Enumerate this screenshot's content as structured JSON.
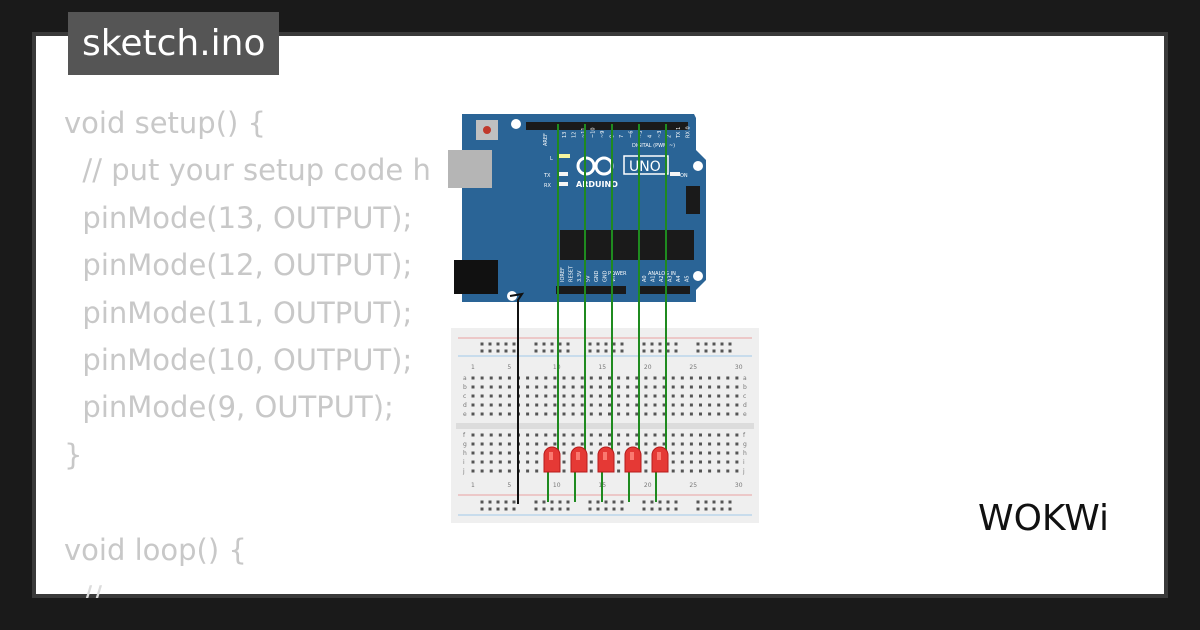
{
  "tab": {
    "filename": "sketch.ino"
  },
  "code": {
    "lines": [
      "void setup() {",
      "  // put your setup code h",
      "  pinMode(13, OUTPUT);",
      "  pinMode(12, OUTPUT);",
      "  pinMode(11, OUTPUT);",
      "  pinMode(10, OUTPUT);",
      "  pinMode(9, OUTPUT);",
      "}",
      "",
      "void loop() {",
      "  // ..."
    ]
  },
  "board": {
    "brand": "ARDUINO",
    "model": "UNO",
    "header_label": "DIGITAL (PWM ~)",
    "analog_label": "ANALOG IN",
    "power_label": "POWER",
    "on_label": "ON",
    "l_label": "L",
    "tx_label": "TX",
    "rx_label": "RX",
    "aref_label": "AREF",
    "digital_pins": [
      "13",
      "12",
      "~11",
      "~10",
      "~9",
      "8",
      "7",
      "~6",
      "~5",
      "4",
      "~3",
      "2",
      "TX 1",
      "RX 0"
    ],
    "power_pins": [
      "IOREF",
      "RESET",
      "3.3V",
      "5V",
      "GND",
      "GND",
      "Vin"
    ],
    "analog_pins": [
      "A0",
      "A1",
      "A2",
      "A3",
      "A4",
      "A5"
    ]
  },
  "breadboard": {
    "col_numbers": [
      "1",
      "5",
      "10",
      "15",
      "20",
      "25",
      "30"
    ],
    "row_letters_top": [
      "a",
      "b",
      "c",
      "d",
      "e"
    ],
    "row_letters_bottom": [
      "f",
      "g",
      "h",
      "i",
      "j"
    ]
  },
  "leds": {
    "count": 5,
    "color": "#e53935"
  },
  "colors": {
    "wire_green": "#1f8a1f",
    "wire_black": "#111111",
    "board_blue": "#2a6496",
    "code_text": "#c8c8c8",
    "tab_bg": "#555555"
  },
  "logo": {
    "text": "WOKWi"
  }
}
